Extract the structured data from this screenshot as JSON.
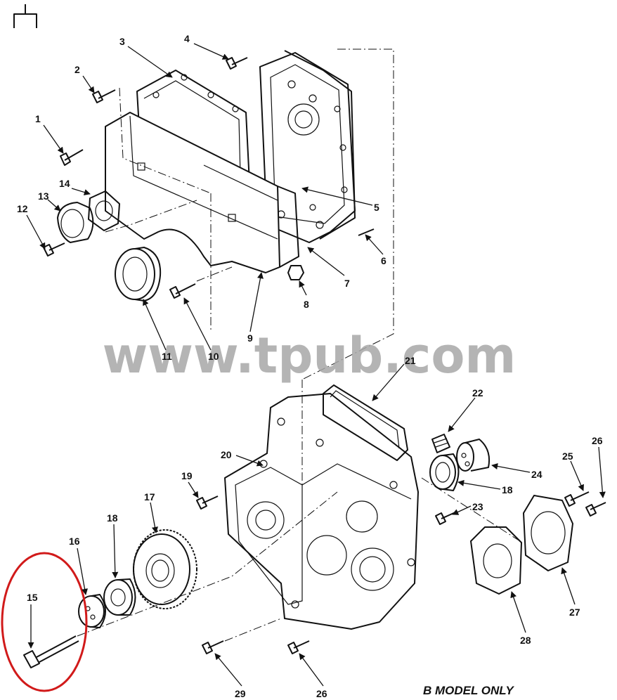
{
  "diagram": {
    "watermark": "www.tpub.com",
    "note": "B MODEL ONLY",
    "callouts": [
      "1",
      "2",
      "3",
      "4",
      "5",
      "6",
      "7",
      "8",
      "9",
      "10",
      "11",
      "12",
      "13",
      "14",
      "15",
      "16",
      "17",
      "18",
      "19",
      "20",
      "21",
      "22",
      "23",
      "24",
      "25",
      "26",
      "27",
      "28",
      "29"
    ],
    "highlight_color": "#d11a1a",
    "highlighted_callout": "15"
  }
}
